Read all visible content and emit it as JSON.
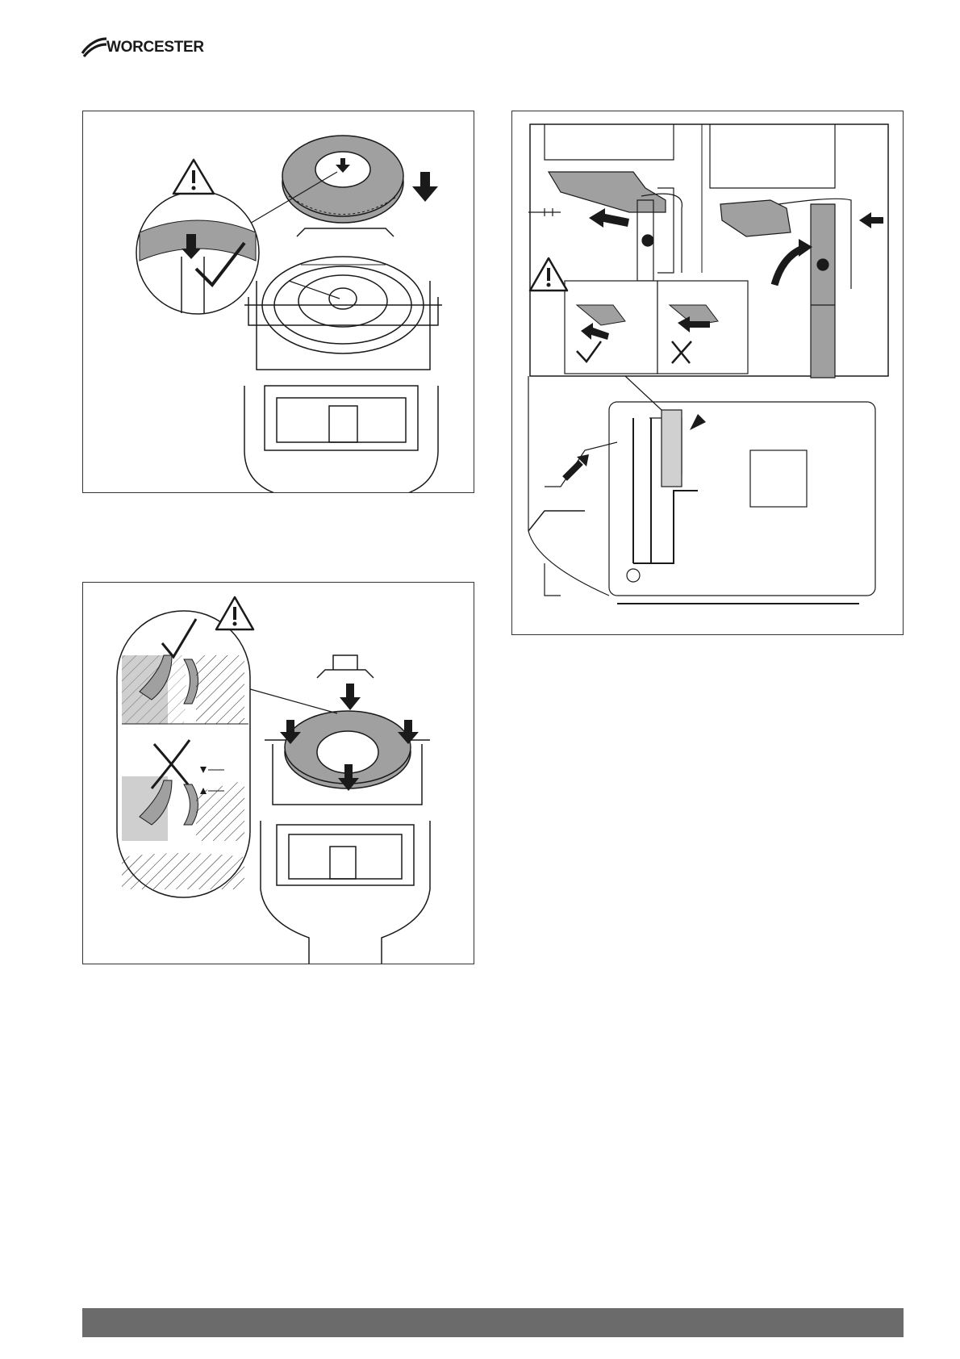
{
  "header": {
    "brand_name": "WORCESTER"
  },
  "figures": [
    {
      "id": "seal-placement",
      "icons": [
        "warning-icon",
        "check-icon",
        "arrow-down-icon"
      ]
    },
    {
      "id": "seal-seating",
      "icons": [
        "warning-icon",
        "check-icon",
        "cross-icon",
        "arrow-down-icon"
      ]
    },
    {
      "id": "siphon-connection",
      "icons": [
        "warning-icon",
        "check-icon",
        "cross-icon",
        "arrow-icon"
      ]
    }
  ],
  "colors": {
    "line": "#1a1a1a",
    "part_fill": "#a0a0a0",
    "footer_bar": "#6b6b6b"
  }
}
